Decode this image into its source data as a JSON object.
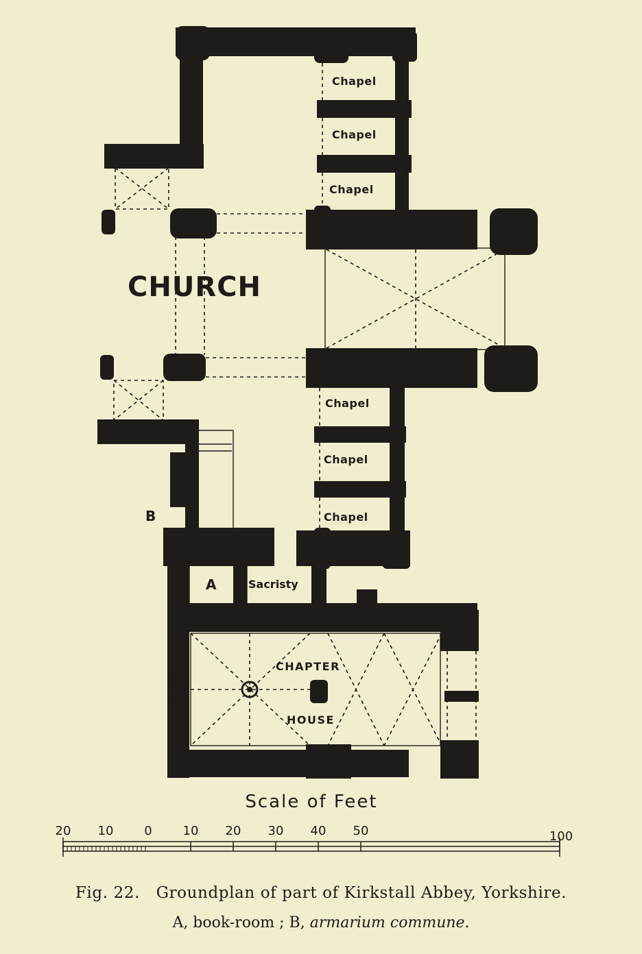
{
  "labels": {
    "chapel_1": "Chapel",
    "chapel_2": "Chapel",
    "chapel_3": "Chapel",
    "chapel_4": "Chapel",
    "chapel_5": "Chapel",
    "chapel_6": "Chapel",
    "church": "CHURCH",
    "b": "B",
    "a": "A",
    "sacristy": "Sacristy",
    "chapter": "CHAPTER",
    "house": "HOUSE"
  },
  "scale": {
    "title": "Scale of Feet",
    "ticks": [
      "20",
      "10",
      "0",
      "10",
      "20",
      "30",
      "40",
      "50",
      "100"
    ]
  },
  "caption": {
    "fig": "Fig. 22.",
    "title": "Groundplan of part of Kirkstall Abbey, Yorkshire.",
    "key_a": "A, book-room ;",
    "key_b": "B,",
    "key_b_italic": "armarium commune."
  }
}
